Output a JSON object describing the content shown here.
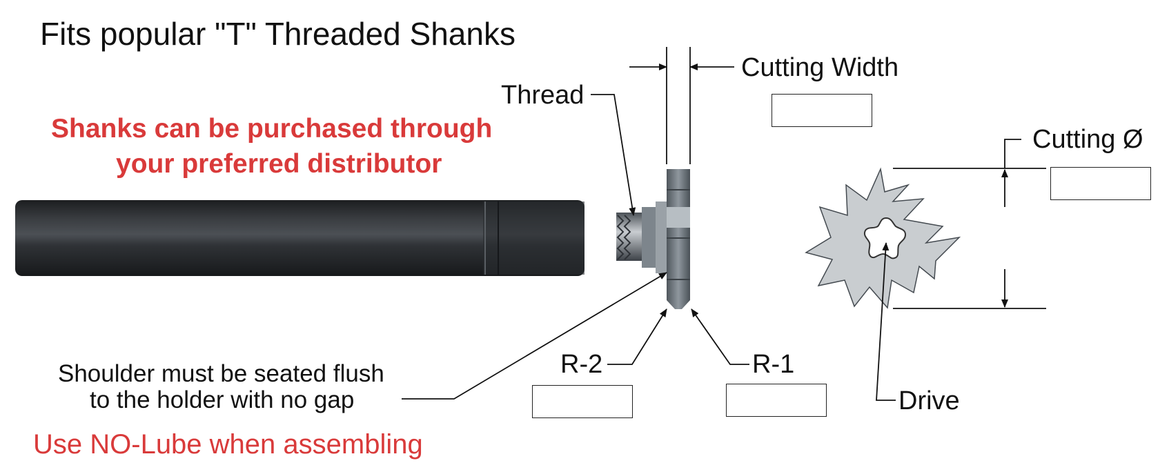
{
  "title": "Fits popular \"T\" Threaded Shanks",
  "distributor_note": {
    "line1": "Shanks can be purchased through",
    "line2": "your preferred distributor"
  },
  "labels": {
    "thread": "Thread",
    "cutting_width": "Cutting Width",
    "cutting_diameter": "Cutting Ø",
    "r2": "R-2",
    "r1": "R-1",
    "drive": "Drive"
  },
  "shoulder_note": {
    "line1": "Shoulder must be seated flush",
    "line2": "to the holder with no gap"
  },
  "lube_note": "Use NO-Lube when assembling",
  "colors": {
    "red_text": "#d93a3a",
    "shank": "#2b2e31",
    "cutter_face": "#c9cdd0",
    "cutter_side": "#6e767d"
  }
}
